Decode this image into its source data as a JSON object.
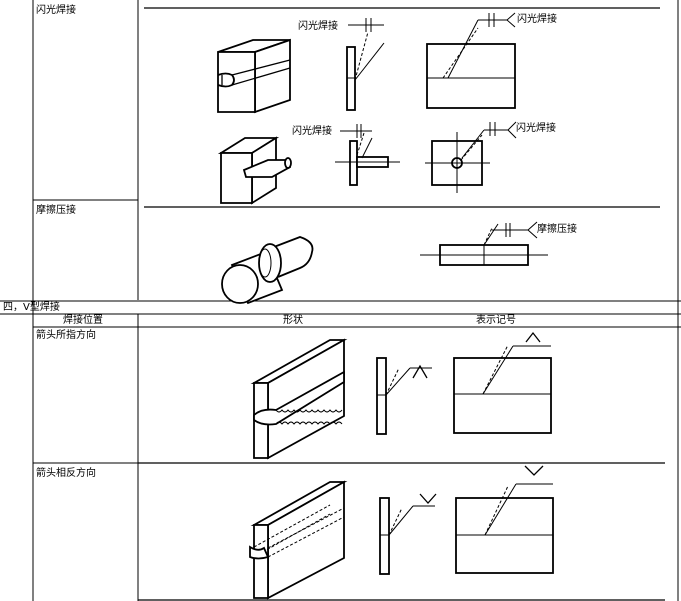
{
  "rows": {
    "flash_label": "闪光焊接",
    "friction_label": "摩擦压接"
  },
  "section": {
    "title": "四，V型焊接"
  },
  "table_header": {
    "col1": "焊接位置",
    "col2": "形状",
    "col3": "表示记号"
  },
  "v_rows": {
    "arrow_side": "箭头所指方向",
    "opposite_side": "箭头相反方向"
  },
  "annotations": {
    "flash1": "闪光焊接",
    "flash2": "闪光焊接",
    "flash3": "闪光焊接",
    "flash4": "闪光焊接",
    "friction": "摩擦压接"
  }
}
